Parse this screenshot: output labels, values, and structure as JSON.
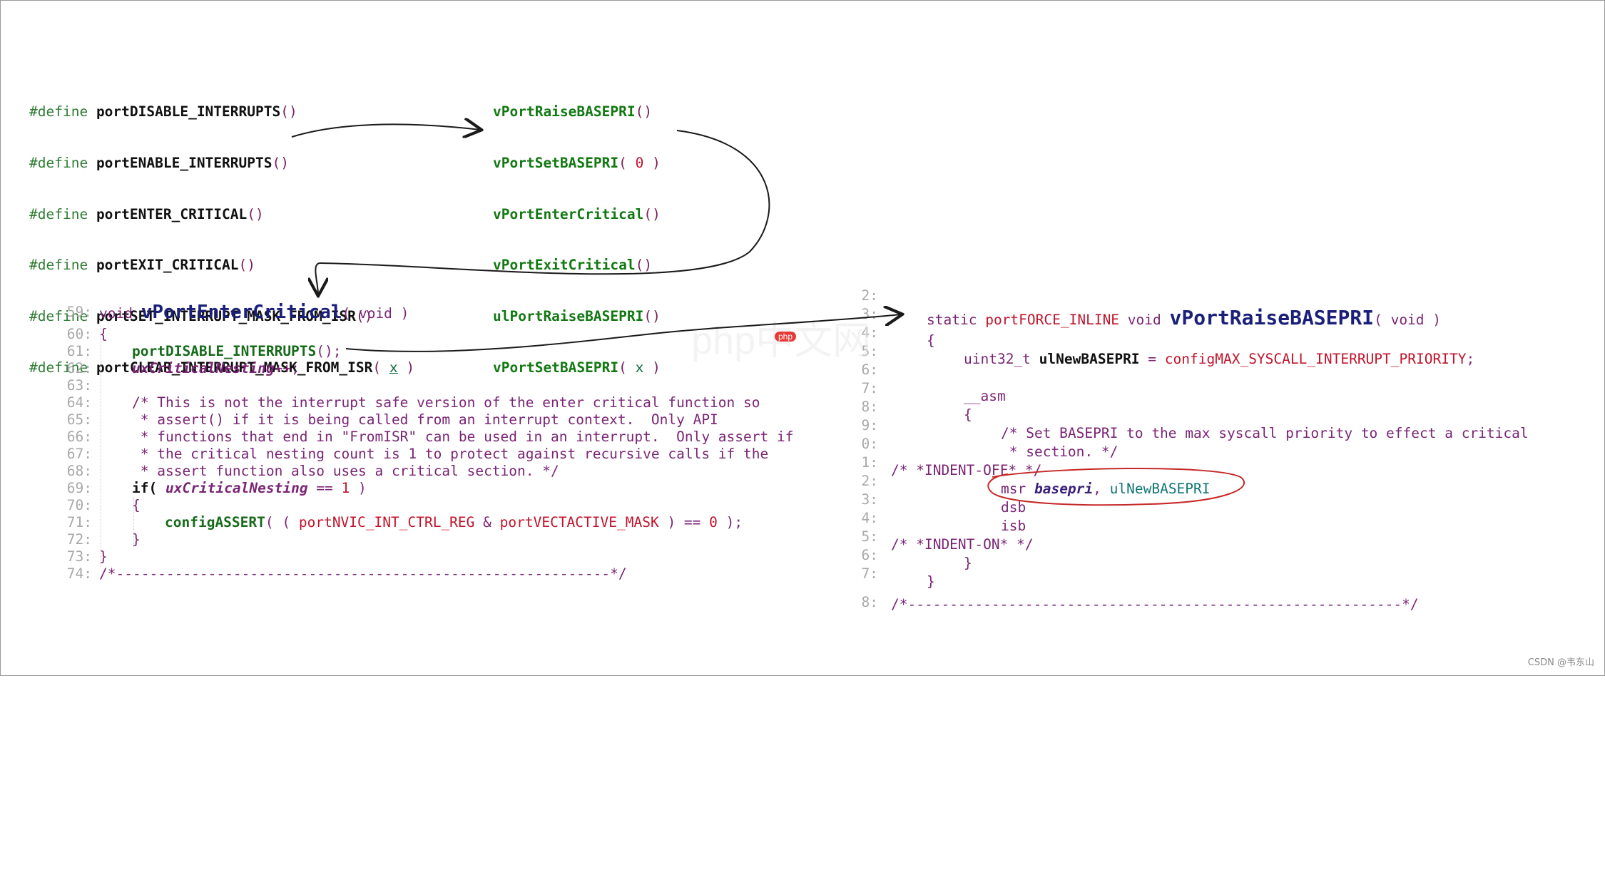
{
  "defines": [
    {
      "kw": "#define",
      "name": "portDISABLE_INTERRUPTS",
      "args": "()"
    },
    {
      "kw": "#define",
      "name": "portENABLE_INTERRUPTS",
      "args": "()"
    },
    {
      "kw": "#define",
      "name": "portENTER_CRITICAL",
      "args": "()"
    },
    {
      "kw": "#define",
      "name": "portEXIT_CRITICAL",
      "args": "()"
    },
    {
      "kw": "#define",
      "name": "portSET_INTERRUPT_MASK_FROM_ISR",
      "args": "()"
    },
    {
      "kw": "#define",
      "name": "portCLEAR_INTERRUPT_MASK_FROM_ISR",
      "args_open": "( ",
      "args_x": "x",
      "args_close": " )"
    }
  ],
  "targets": [
    {
      "name": "vPortRaiseBASEPRI",
      "args": "()"
    },
    {
      "name": "vPortSetBASEPRI",
      "args_open": "( ",
      "args_val": "0",
      "args_close": " )"
    },
    {
      "name": "vPortEnterCritical",
      "args": "()"
    },
    {
      "name": "vPortExitCritical",
      "args": "()"
    },
    {
      "name": "ulPortRaiseBASEPRI",
      "args": "()"
    },
    {
      "name": "vPortSetBASEPRI",
      "args_open": "( ",
      "args_val": "x",
      "args_close": " )"
    }
  ],
  "left_code": {
    "line_numbers": [
      "59:",
      "60:",
      "61:",
      "62:",
      "63:",
      "64:",
      "65:",
      "66:",
      "67:",
      "68:",
      "69:",
      "70:",
      "71:",
      "72:",
      "73:",
      "74:"
    ],
    "sig_void": "void",
    "sig_name": "vPortEnterCritical",
    "sig_args": "( void )",
    "open_brace": "{",
    "call1": "portDISABLE_INTERRUPTS",
    "call1_tail": "();",
    "nesting_var": "uxCriticalNesting",
    "nesting_op": "++;",
    "comment_lines": [
      "/* This is not the interrupt safe version of the enter critical function so",
      " * assert() if it is being called from an interrupt context.  Only API",
      " * functions that end in \"FromISR\" can be used in an interrupt.  Only assert if",
      " * the critical nesting count is 1 to protect against recursive calls if the",
      " * assert function also uses a critical section. */"
    ],
    "if_kw": "if(",
    "if_var": "uxCriticalNesting",
    "if_op": " == ",
    "if_num": "1",
    "if_close": " )",
    "inner_open": "{",
    "assert_fn": "configASSERT",
    "assert_open": "( ( ",
    "assert_reg": "portNVIC_INT_CTRL_REG",
    "assert_amp": " & ",
    "assert_mask": "portVECTACTIVE_MASK",
    "assert_mid": " ) == ",
    "assert_num": "0",
    "assert_close": " );",
    "inner_close": "}",
    "close_brace": "}",
    "separator": "/*-----------------------------------------------------------*/"
  },
  "right_code": {
    "line_numbers": [
      "2:",
      "3:",
      "4:",
      "5:",
      "6:",
      "7:",
      "8:",
      "9:",
      "0:",
      "1:",
      "2:",
      "3:",
      "4:",
      "5:",
      "6:",
      "7:",
      "8:"
    ],
    "sig_static": "static",
    "sig_inline": "portFORCE_INLINE",
    "sig_void": "void",
    "sig_name": "vPortRaiseBASEPRI",
    "sig_args": "( void )",
    "open_brace": "{",
    "decl_type": "uint32_t",
    "decl_var": "ulNewBASEPRI",
    "decl_eq": " = ",
    "decl_val": "configMAX_SYSCALL_INTERRUPT_PRIORITY",
    "decl_end": ";",
    "asm_kw": "__asm",
    "asm_open": "{",
    "asm_comment1": "/* Set BASEPRI to the max syscall priority to effect a critical",
    "asm_comment2": " * section. */",
    "indent_off": "/* *INDENT-OFF* */",
    "msr_kw": "msr ",
    "msr_reg": "basepri",
    "msr_comma": ", ",
    "msr_val": "ulNewBASEPRI",
    "dsb": "dsb",
    "isb": "isb",
    "indent_on": "/* *INDENT-ON* */",
    "asm_close": "}",
    "close_brace": "}",
    "separator": "/*-----------------------------------------------------------*/"
  },
  "watermark": {
    "text": "php中文网"
  },
  "footer": {
    "text": "CSDN @韦东山"
  },
  "colors": {
    "arrow": "#1a1a1a",
    "circle": "#c62828"
  }
}
